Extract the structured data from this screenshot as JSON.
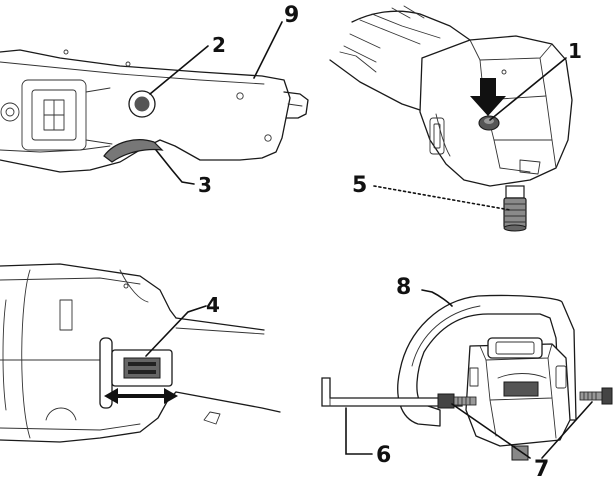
{
  "callouts": {
    "c1": "1",
    "c2": "2",
    "c3": "3",
    "c4": "4",
    "c5": "5",
    "c6": "6",
    "c7": "7",
    "c8": "8",
    "c9": "9"
  },
  "colors": {
    "line": "#1a1a1a",
    "shade": "#6e6e6e",
    "dark": "#222222",
    "background": "#ffffff"
  }
}
